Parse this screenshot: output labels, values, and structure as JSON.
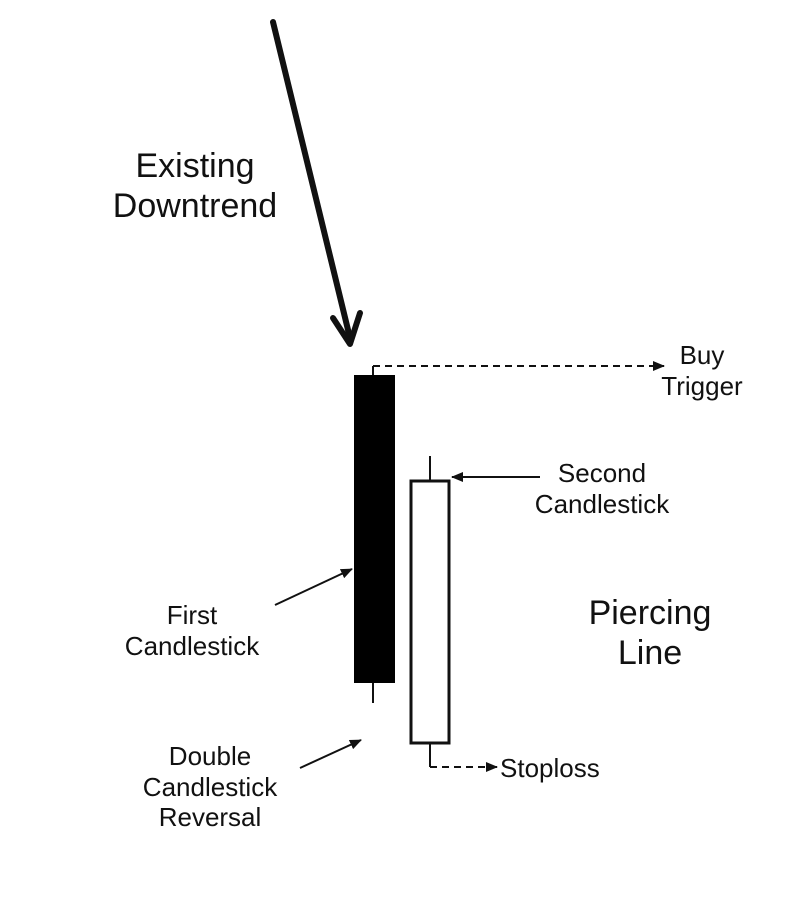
{
  "labels": {
    "existing_downtrend": [
      "Existing",
      "Downtrend"
    ],
    "buy_trigger": [
      "Buy",
      "Trigger"
    ],
    "second_candlestick": [
      "Second",
      "Candlestick"
    ],
    "piercing_line": [
      "Piercing",
      "Line"
    ],
    "first_candlestick": [
      "First",
      "Candlestick"
    ],
    "double_candlestick_reversal": [
      "Double",
      "Candlestick",
      "Reversal"
    ],
    "stoploss": "Stoploss"
  },
  "colors": {
    "ink": "#111111",
    "bearish_body": "#000000",
    "bullish_body": "#ffffff",
    "background": "#ffffff"
  }
}
